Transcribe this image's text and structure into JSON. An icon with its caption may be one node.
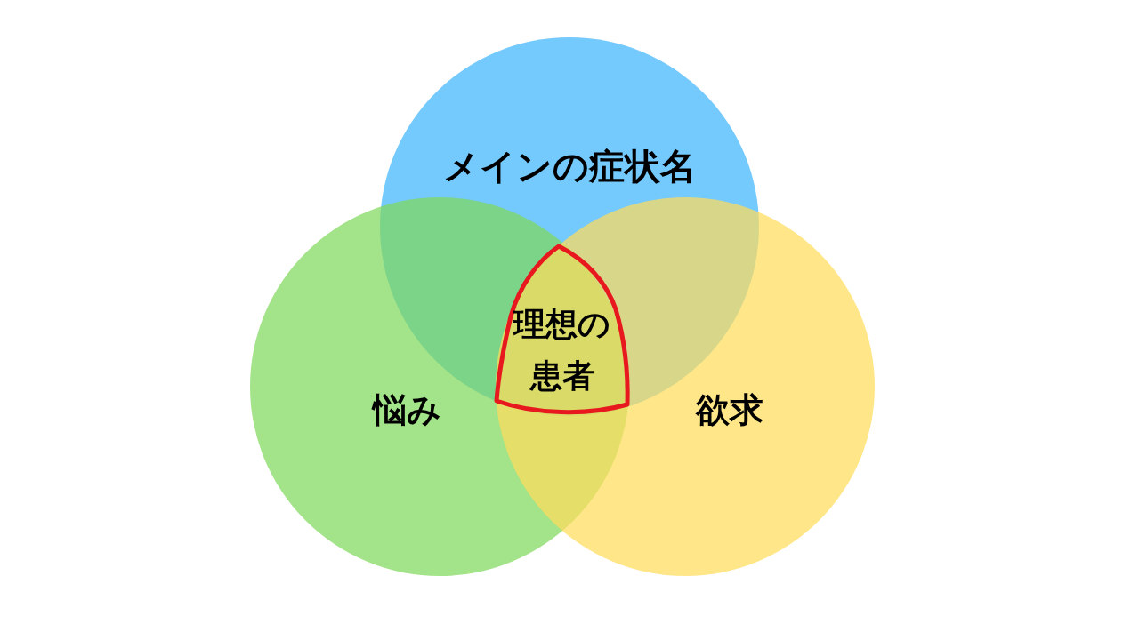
{
  "diagram": {
    "nodes": [
      {
        "text": [
          "メインの症状名"
        ]
      },
      {
        "text": [
          "理想の患者"
        ]
      },
      {
        "text": [
          "悩み"
        ]
      },
      {
        "text": [
          "欲求"
        ]
      }
    ]
  }
}
